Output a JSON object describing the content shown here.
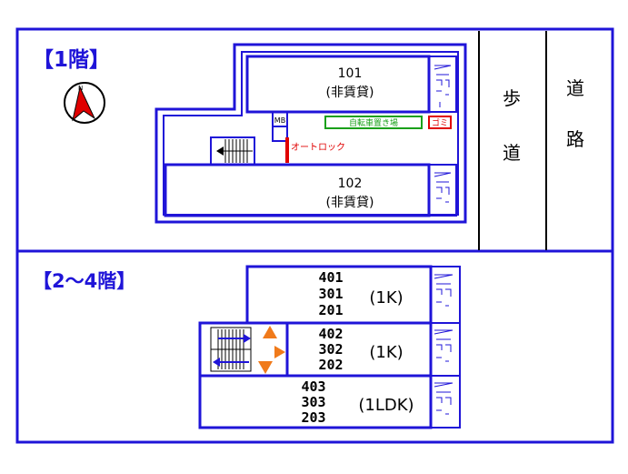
{
  "floor1": {
    "heading": "【1階】",
    "unit_101": {
      "number": "101",
      "type": "(非賃貸)"
    },
    "unit_102": {
      "number": "102",
      "type": "(非賃貸)"
    },
    "mb": "MB",
    "bicycle": "自転車置き場",
    "garbage": "ゴミ",
    "autolock": "オートロック",
    "sidewalk": "歩道",
    "road": "道路"
  },
  "floors_2_4": {
    "heading": "【2～4階】",
    "stack_1": {
      "numbers": [
        "401",
        "301",
        "201"
      ],
      "type": "(1K)"
    },
    "stack_2": {
      "numbers": [
        "402",
        "302",
        "202"
      ],
      "type": "(1K)"
    },
    "stack_3": {
      "numbers": [
        "403",
        "303",
        "203"
      ],
      "type": "(1LDK)"
    }
  },
  "colors": {
    "wall": "#1f14d8",
    "autolock": "#e00000",
    "bicycle": "#1aa01a",
    "garbage": "#e00000",
    "compass": "#e00000",
    "arrows": "#f07a1a"
  }
}
